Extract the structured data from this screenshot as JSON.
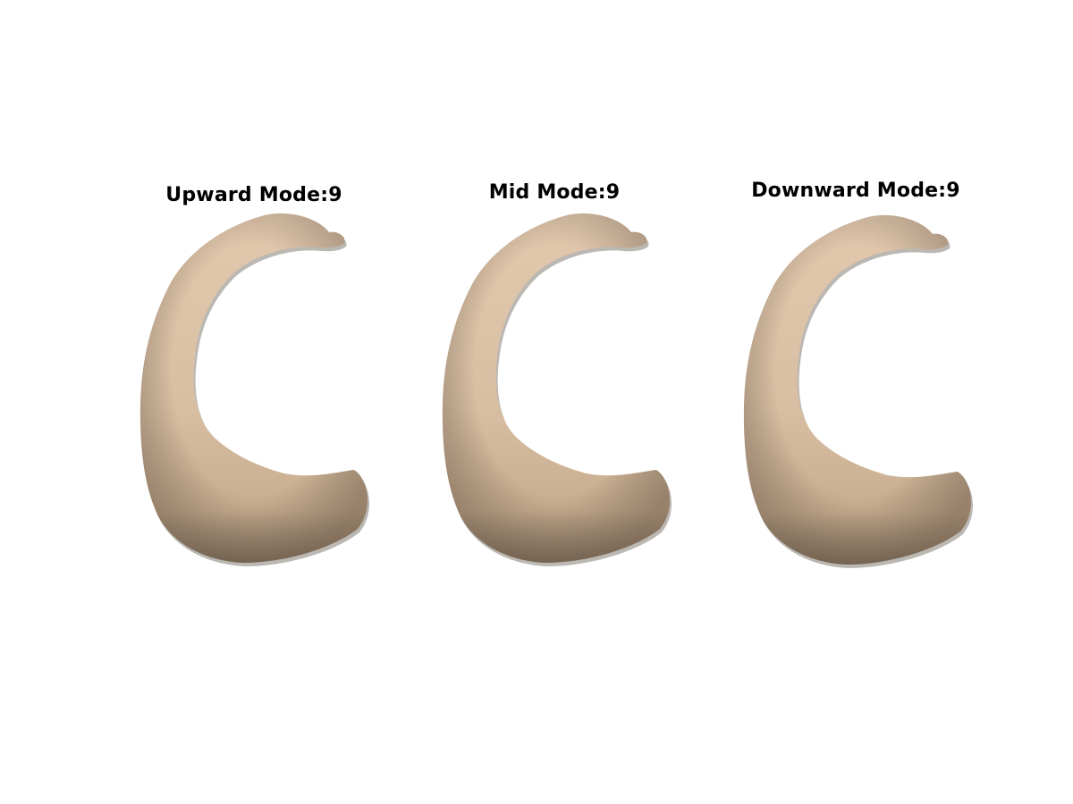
{
  "panels": [
    {
      "title": "Upward Mode:9"
    },
    {
      "title": "Mid Mode:9"
    },
    {
      "title": "Downward Mode:9"
    }
  ],
  "colors": {
    "background": "#ffffff",
    "surface": "#d7bca0",
    "surface_shadow": "#7d6b58",
    "title_text": "#000000"
  }
}
